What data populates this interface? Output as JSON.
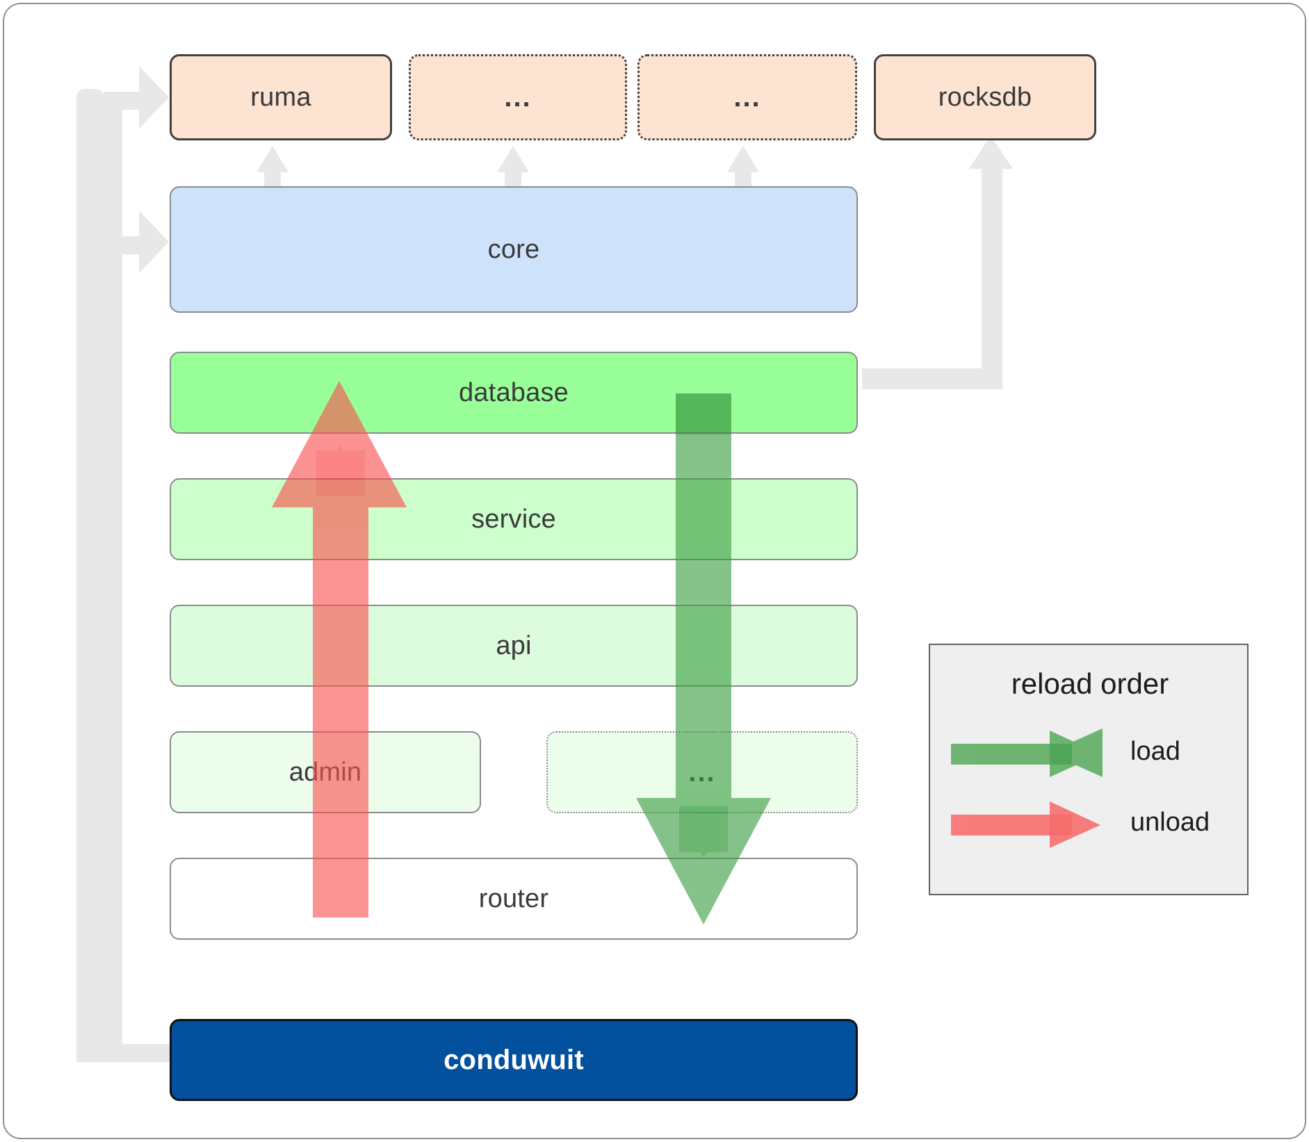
{
  "diagram": {
    "title": "conduwuit crate layering / reload order",
    "colors": {
      "dependency_fill": "#fde3d2",
      "core_fill": "#cee2fb",
      "database_fill": "#99ff99",
      "service_fill": "#ccffcc",
      "api_fill": "#ddfcdd",
      "admin_fill": "#ecfdec",
      "router_fill": "#ffffff",
      "root_fill": "#02509e",
      "load_arrow": "#4caf50",
      "unload_arrow": "#fa6e6e",
      "connector_arrow": "#e8e8e8",
      "legend_bg": "#efefef"
    },
    "dependencies": [
      {
        "label": "ruma",
        "style": "solid"
      },
      {
        "label": "...",
        "style": "dotted"
      },
      {
        "label": "...",
        "style": "dotted"
      },
      {
        "label": "rocksdb",
        "style": "solid"
      }
    ],
    "layers": [
      {
        "label": "core",
        "style": "solid"
      },
      {
        "label": "database",
        "style": "solid"
      },
      {
        "label": "service",
        "style": "solid"
      },
      {
        "label": "api",
        "style": "solid"
      },
      {
        "label": "admin",
        "style": "solid"
      },
      {
        "label": "...",
        "style": "dotted"
      },
      {
        "label": "router",
        "style": "solid"
      }
    ],
    "root": {
      "label": "conduwuit"
    },
    "legend": {
      "title": "reload order",
      "entries": [
        {
          "label": "load",
          "color": "#4caf50"
        },
        {
          "label": "unload",
          "color": "#fa6e6e"
        }
      ]
    }
  }
}
